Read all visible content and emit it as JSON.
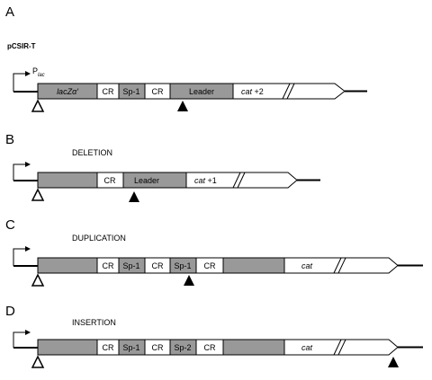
{
  "panels": [
    {
      "letter": "A",
      "label": "",
      "name": "pCSIR-T",
      "promoter": "P",
      "promoter_sub": "lac",
      "segments": [
        {
          "type": "gray",
          "label": "lacZα'",
          "italic": true
        },
        {
          "type": "white",
          "label": "CR"
        },
        {
          "type": "gray",
          "label": "Sp-1"
        },
        {
          "type": "white",
          "label": "CR"
        },
        {
          "type": "gray",
          "label": "Leader"
        },
        {
          "type": "white",
          "label": "cat",
          "suffix": " +2"
        }
      ]
    },
    {
      "letter": "B",
      "label": "DELETION",
      "segments": [
        {
          "type": "gray",
          "label": ""
        },
        {
          "type": "white",
          "label": "CR"
        },
        {
          "type": "gray",
          "label": "Leader"
        },
        {
          "type": "white",
          "label": "cat",
          "suffix": " +1"
        }
      ]
    },
    {
      "letter": "C",
      "label": "DUPLICATION",
      "segments": [
        {
          "type": "gray",
          "label": ""
        },
        {
          "type": "white",
          "label": "CR"
        },
        {
          "type": "gray",
          "label": "Sp-1"
        },
        {
          "type": "white",
          "label": "CR"
        },
        {
          "type": "gray",
          "label": "Sp-1"
        },
        {
          "type": "white",
          "label": "CR"
        },
        {
          "type": "gray",
          "label": ""
        },
        {
          "type": "white",
          "label": "cat"
        }
      ]
    },
    {
      "letter": "D",
      "label": "INSERTION",
      "segments": [
        {
          "type": "gray",
          "label": ""
        },
        {
          "type": "white",
          "label": "CR"
        },
        {
          "type": "gray",
          "label": "Sp-1"
        },
        {
          "type": "white",
          "label": "CR"
        },
        {
          "type": "gray",
          "label": "Sp-2"
        },
        {
          "type": "white",
          "label": "CR"
        },
        {
          "type": "gray",
          "label": ""
        },
        {
          "type": "white",
          "label": "cat"
        }
      ]
    }
  ],
  "colors": {
    "gray": "#999999",
    "white": "#ffffff",
    "stroke": "#000000"
  }
}
